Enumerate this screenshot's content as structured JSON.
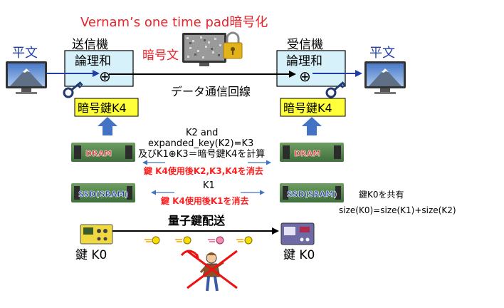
{
  "title": "Vernam’s one time pad暗号化",
  "plaintext_left": "平文",
  "plaintext_right": "平文",
  "sender_label": "送信機",
  "receiver_label": "受信機",
  "xor_label_sender": "論理和",
  "xor_label_receiver": "論理和",
  "xor_symbol": "⊕",
  "ciphertext_label": "暗号文",
  "channel_label": "データ通信回線",
  "key_box_sender": "暗号鍵K4",
  "key_box_receiver": "暗号鍵K4",
  "dram_text": {
    "line1": "K2 and",
    "line2": "expanded_key(K2)=K3",
    "line3": "及びK1⊕K3＝暗号鍵K4を計算",
    "line4": "鍵  K4使用後K2,K3,K4を消去"
  },
  "ssd_text": {
    "line1": "K1",
    "line2": "鍵   K4使用後K1を消去"
  },
  "chip_labels": {
    "dram_left": "DRAM",
    "dram_right": "DRAM",
    "ssd_left": "SSD(SRAM)",
    "ssd_right": "SSD(SRAM)"
  },
  "share_note": {
    "line1": "鍵K0を共有",
    "line2": "size(K0)=size(K1)+size(K2)"
  },
  "qkd_label": "量子鍵配送",
  "key_k0_left": "鍵  K0",
  "key_k0_right": "鍵  K0",
  "colors": {
    "title_red": "#e8232a",
    "accent_blue": "#1f3ea8",
    "box_cyan": "#d7f1fb",
    "key_yellow": "#ffff3a",
    "warning_red": "#ff1f1f",
    "arrow_blue": "#4472c4",
    "chip_green": "#5a8f54"
  }
}
